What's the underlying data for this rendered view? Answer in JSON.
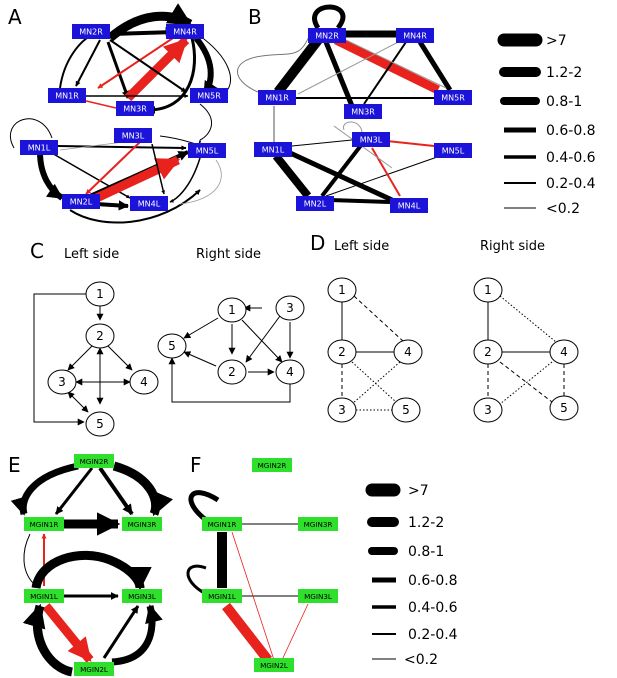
{
  "panels": {
    "A": "A",
    "B": "B",
    "C": "C",
    "D": "D",
    "E": "E",
    "F": "F"
  },
  "side_titles": {
    "c_left": "Left side",
    "c_right": "Right side",
    "d_left": "Left side",
    "d_right": "Right side"
  },
  "mn_nodes": {
    "MN2R": "MN2R",
    "MN4R": "MN4R",
    "MN1R": "MN1R",
    "MN3R": "MN3R",
    "MN5R": "MN5R",
    "MN3L": "MN3L",
    "MN1L": "MN1L",
    "MN5L": "MN5L",
    "MN2L": "MN2L",
    "MN4L": "MN4L"
  },
  "mgin_nodes": {
    "MGIN2R": "MGIN2R",
    "MGIN1R": "MGIN1R",
    "MGIN3R": "MGIN3R",
    "MGIN1L": "MGIN1L",
    "MGIN3L": "MGIN3L",
    "MGIN2L": "MGIN2L"
  },
  "numbers": {
    "n1": "1",
    "n2": "2",
    "n3": "3",
    "n4": "4",
    "n5": "5"
  },
  "legend_items": [
    ">7",
    "1.2-2",
    "0.8-1",
    "0.6-0.8",
    "0.4-0.6",
    "0.2-0.4",
    "<0.2"
  ],
  "colors": {
    "mn_node": "#1c13d9",
    "mgin_node": "#2ee02b",
    "excitatory": "#000000",
    "inhibitory": "#e8231e"
  }
}
